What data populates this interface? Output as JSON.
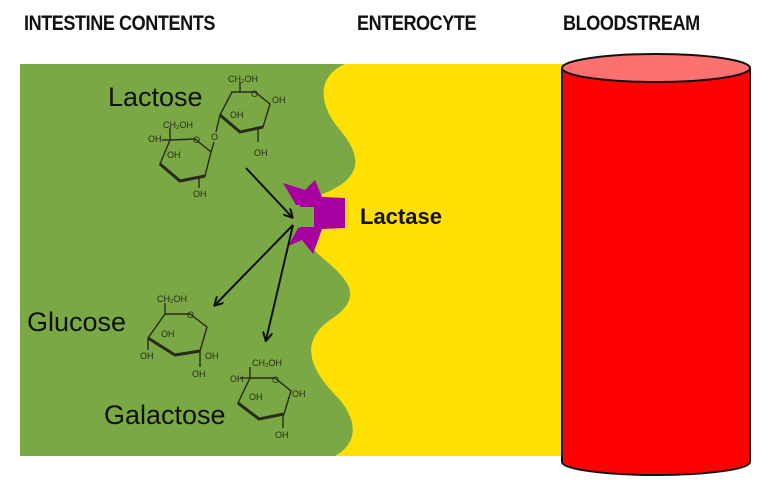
{
  "headers": {
    "intestine": "INTESTINE CONTENTS",
    "enterocyte": "ENTEROCYTE",
    "bloodstream": "BLOODSTREAM"
  },
  "molecules": {
    "lactose": {
      "label": "Lactose",
      "groups": [
        "CH₂OH",
        "CH₂OH",
        "OH",
        "OH",
        "OH",
        "OH",
        "OH",
        "OH",
        "O",
        "O",
        "O"
      ]
    },
    "glucose": {
      "label": "Glucose",
      "groups": [
        "CH₂OH",
        "O",
        "OH",
        "OH",
        "OH",
        "OH"
      ]
    },
    "galactose": {
      "label": "Galactose",
      "groups": [
        "CH₂OH",
        "O",
        "OH",
        "OH",
        "OH",
        "OH"
      ]
    }
  },
  "enzyme": {
    "label": "Lactase"
  },
  "colors": {
    "intestine": "#7aa845",
    "enterocyte": "#ffe000",
    "blood": "#ff0000",
    "blood_top": "#ff7070",
    "enzyme": "#a800a0",
    "enzyme_label": "#8b2a9b"
  }
}
